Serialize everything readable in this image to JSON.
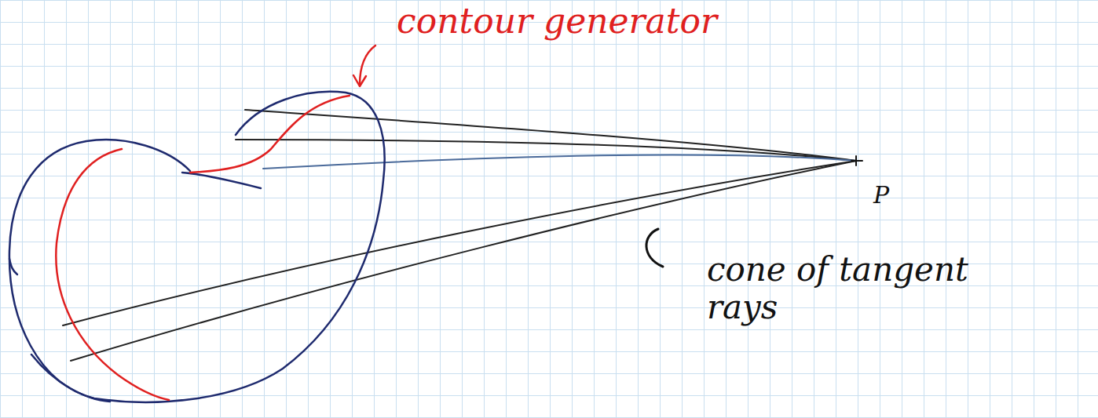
{
  "diagram": {
    "labels": [
      "contour generator",
      "P",
      "cone of tangent rays"
    ]
  }
}
